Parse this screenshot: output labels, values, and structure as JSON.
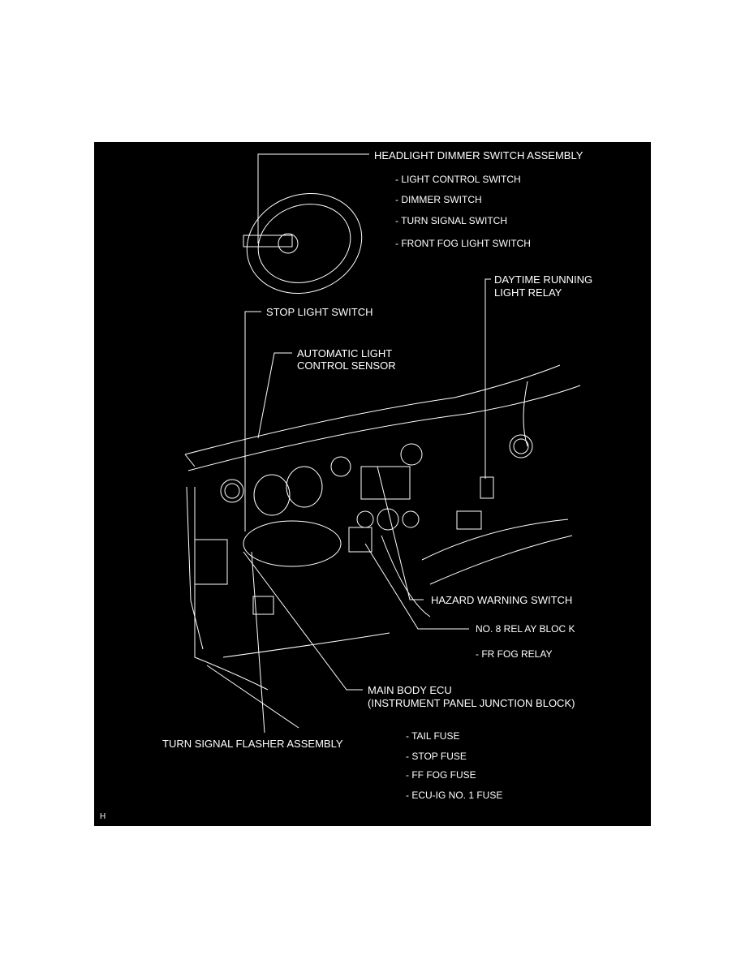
{
  "labels": {
    "headlight_dimmer": "HEADLIGHT DIMMER SWITCH  ASSEMBLY",
    "headlight_items": [
      "- LIGHT CONTROL SWITCH",
      "- DIMMER SWITCH",
      "- TURN SIGNAL SWITCH",
      "- FRONT FOG LIGHT SWITCH"
    ],
    "drl_relay_1": "DAYTIME RUNNING",
    "drl_relay_2": "LIGHT RELAY",
    "stop_light_switch": "STOP LIGHT SWITCH",
    "auto_light_1": "AUTOMATIC LIGHT",
    "auto_light_2": "CONTROL SENSOR",
    "hazard_switch": "HAZARD WARNING SWITCH",
    "relay_block": "NO. 8 REL AY BLOC K",
    "fr_fog_relay": "-  FR FOG  RELAY",
    "main_body_ecu_1": "MAIN BODY ECU",
    "main_body_ecu_2": "(INSTRUMENT PANEL JUNCTION BLOCK)",
    "turn_flasher": "TURN SIGNAL FLASHER ASSEMBLY",
    "fuses": [
      "- TAIL FUSE",
      "- STOP FUSE",
      "- FF FOG FUSE",
      "- ECU-IG NO. 1 FUSE"
    ],
    "figure_code": "H"
  }
}
